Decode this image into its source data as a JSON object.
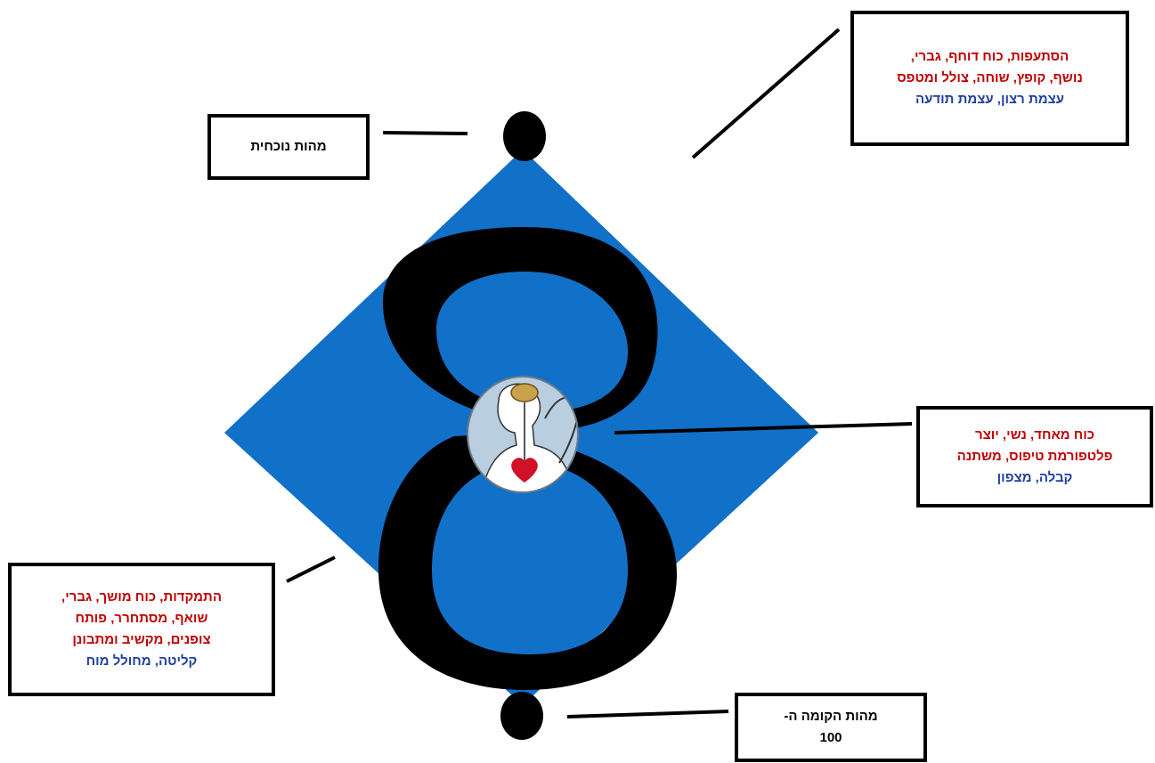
{
  "colors": {
    "diamond": "#1170c8",
    "figure": "#000000",
    "red_text": "#c00000",
    "blue_text": "#1f3f9e"
  },
  "top_left_box": {
    "line1": "מהות נוכחית"
  },
  "top_right_box": {
    "line1": "הסתעפות, כוח דוחף, גברי,",
    "line2": "נושף, קופץ, שוחה, צולל ומטפס",
    "line3": "עצמת רצון, עצמת תודעה"
  },
  "right_box": {
    "line1": "כוח מאחד, נשי, יוצר",
    "line2": "פלטפורמת טיפוס, משתנה",
    "line3": "קבלה, מצפון"
  },
  "left_box": {
    "line1": "התמקדות, כוח מושך, גברי,",
    "line2": "שואף, מסתחרר, פותח",
    "line3": "צופנים, מקשיב ומתבונן",
    "line4": "קליטה, מחולל מוח"
  },
  "bottom_box": {
    "line1": "מהות הקומה ה-",
    "line2": "100"
  },
  "center_image": {
    "icon": "head-brain-heart-figure"
  }
}
